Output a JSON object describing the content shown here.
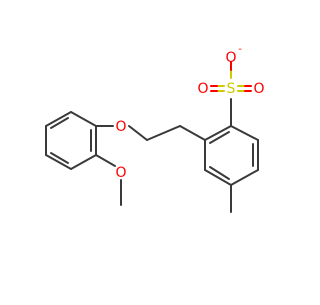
{
  "molecule": {
    "atom_labels": {
      "o_ether": "O",
      "o_methoxy": "O",
      "s": "S",
      "o_sulfonyl_top": "O",
      "o_sulfonyl_top_charge": "-",
      "o_sulfonyl_left": "O",
      "o_sulfonyl_right": "O"
    },
    "colors": {
      "bond": "#3a3a3a",
      "oxygen": "#ff0000",
      "sulfur": "#cccc00",
      "background": "#ffffff"
    }
  }
}
